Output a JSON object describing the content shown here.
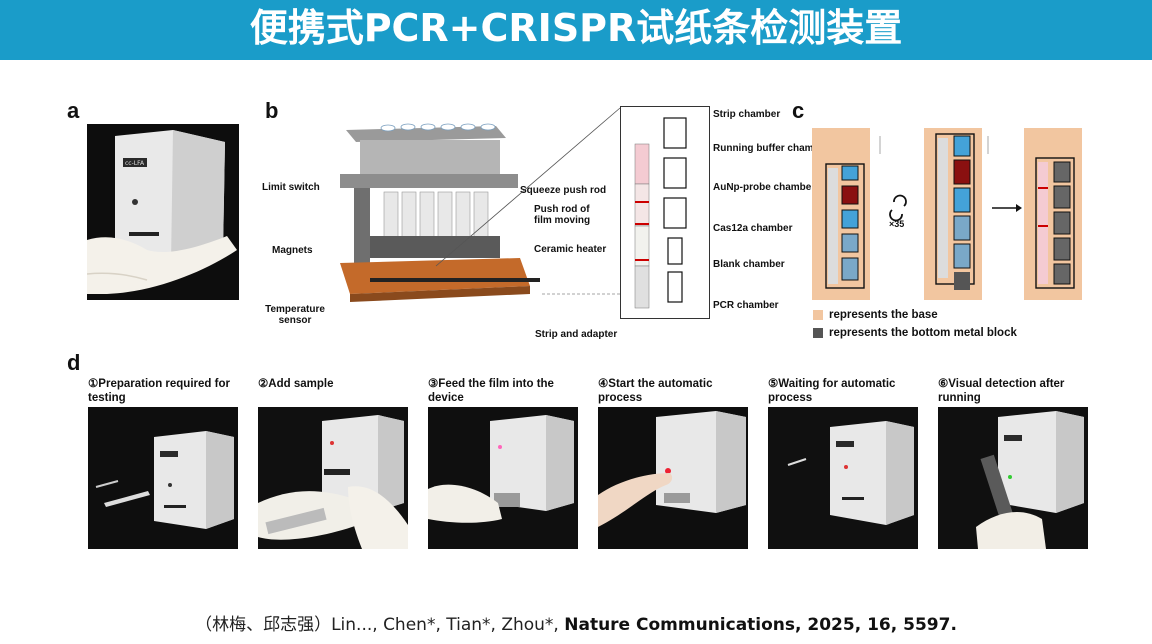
{
  "banner": {
    "title": "便携式PCR+CRISPR试纸条检测装置",
    "bg": "#1a9cc9"
  },
  "panel_a": {
    "letter": "a",
    "device_label": "cc-LFA"
  },
  "panel_b": {
    "letter": "b",
    "left_labels": [
      "Limit switch",
      "Magnets",
      "Temperature sensor"
    ],
    "right_labels": [
      "Squeeze push rod",
      "Push rod of film moving",
      "Ceramic heater",
      "Strip and adapter"
    ],
    "chambers": [
      "Strip chamber",
      "Running buffer chamber",
      "AuNp-probe chamber",
      "Cas12a chamber",
      "Blank chamber",
      "PCR chamber"
    ]
  },
  "panel_c": {
    "letter": "c",
    "cycle_label": "×35",
    "legend": [
      {
        "label": "represents the base",
        "color": "#f2c6a0"
      },
      {
        "label": "represents the bottom metal block",
        "color": "#555555"
      }
    ]
  },
  "panel_d": {
    "letter": "d",
    "steps": [
      {
        "caption": "①Preparation required for testing"
      },
      {
        "caption": "②Add sample"
      },
      {
        "caption": "③Feed the film into the device"
      },
      {
        "caption": "④Start the automatic process"
      },
      {
        "caption": "⑤Waiting for automatic process"
      },
      {
        "caption": "⑥Visual detection after running"
      }
    ]
  },
  "citation": {
    "authors": "（林梅、邱志强）Lin..., Chen*, Tian*, Zhou*, ",
    "journal": "Nature Communications, 2025, 16, 5597."
  }
}
